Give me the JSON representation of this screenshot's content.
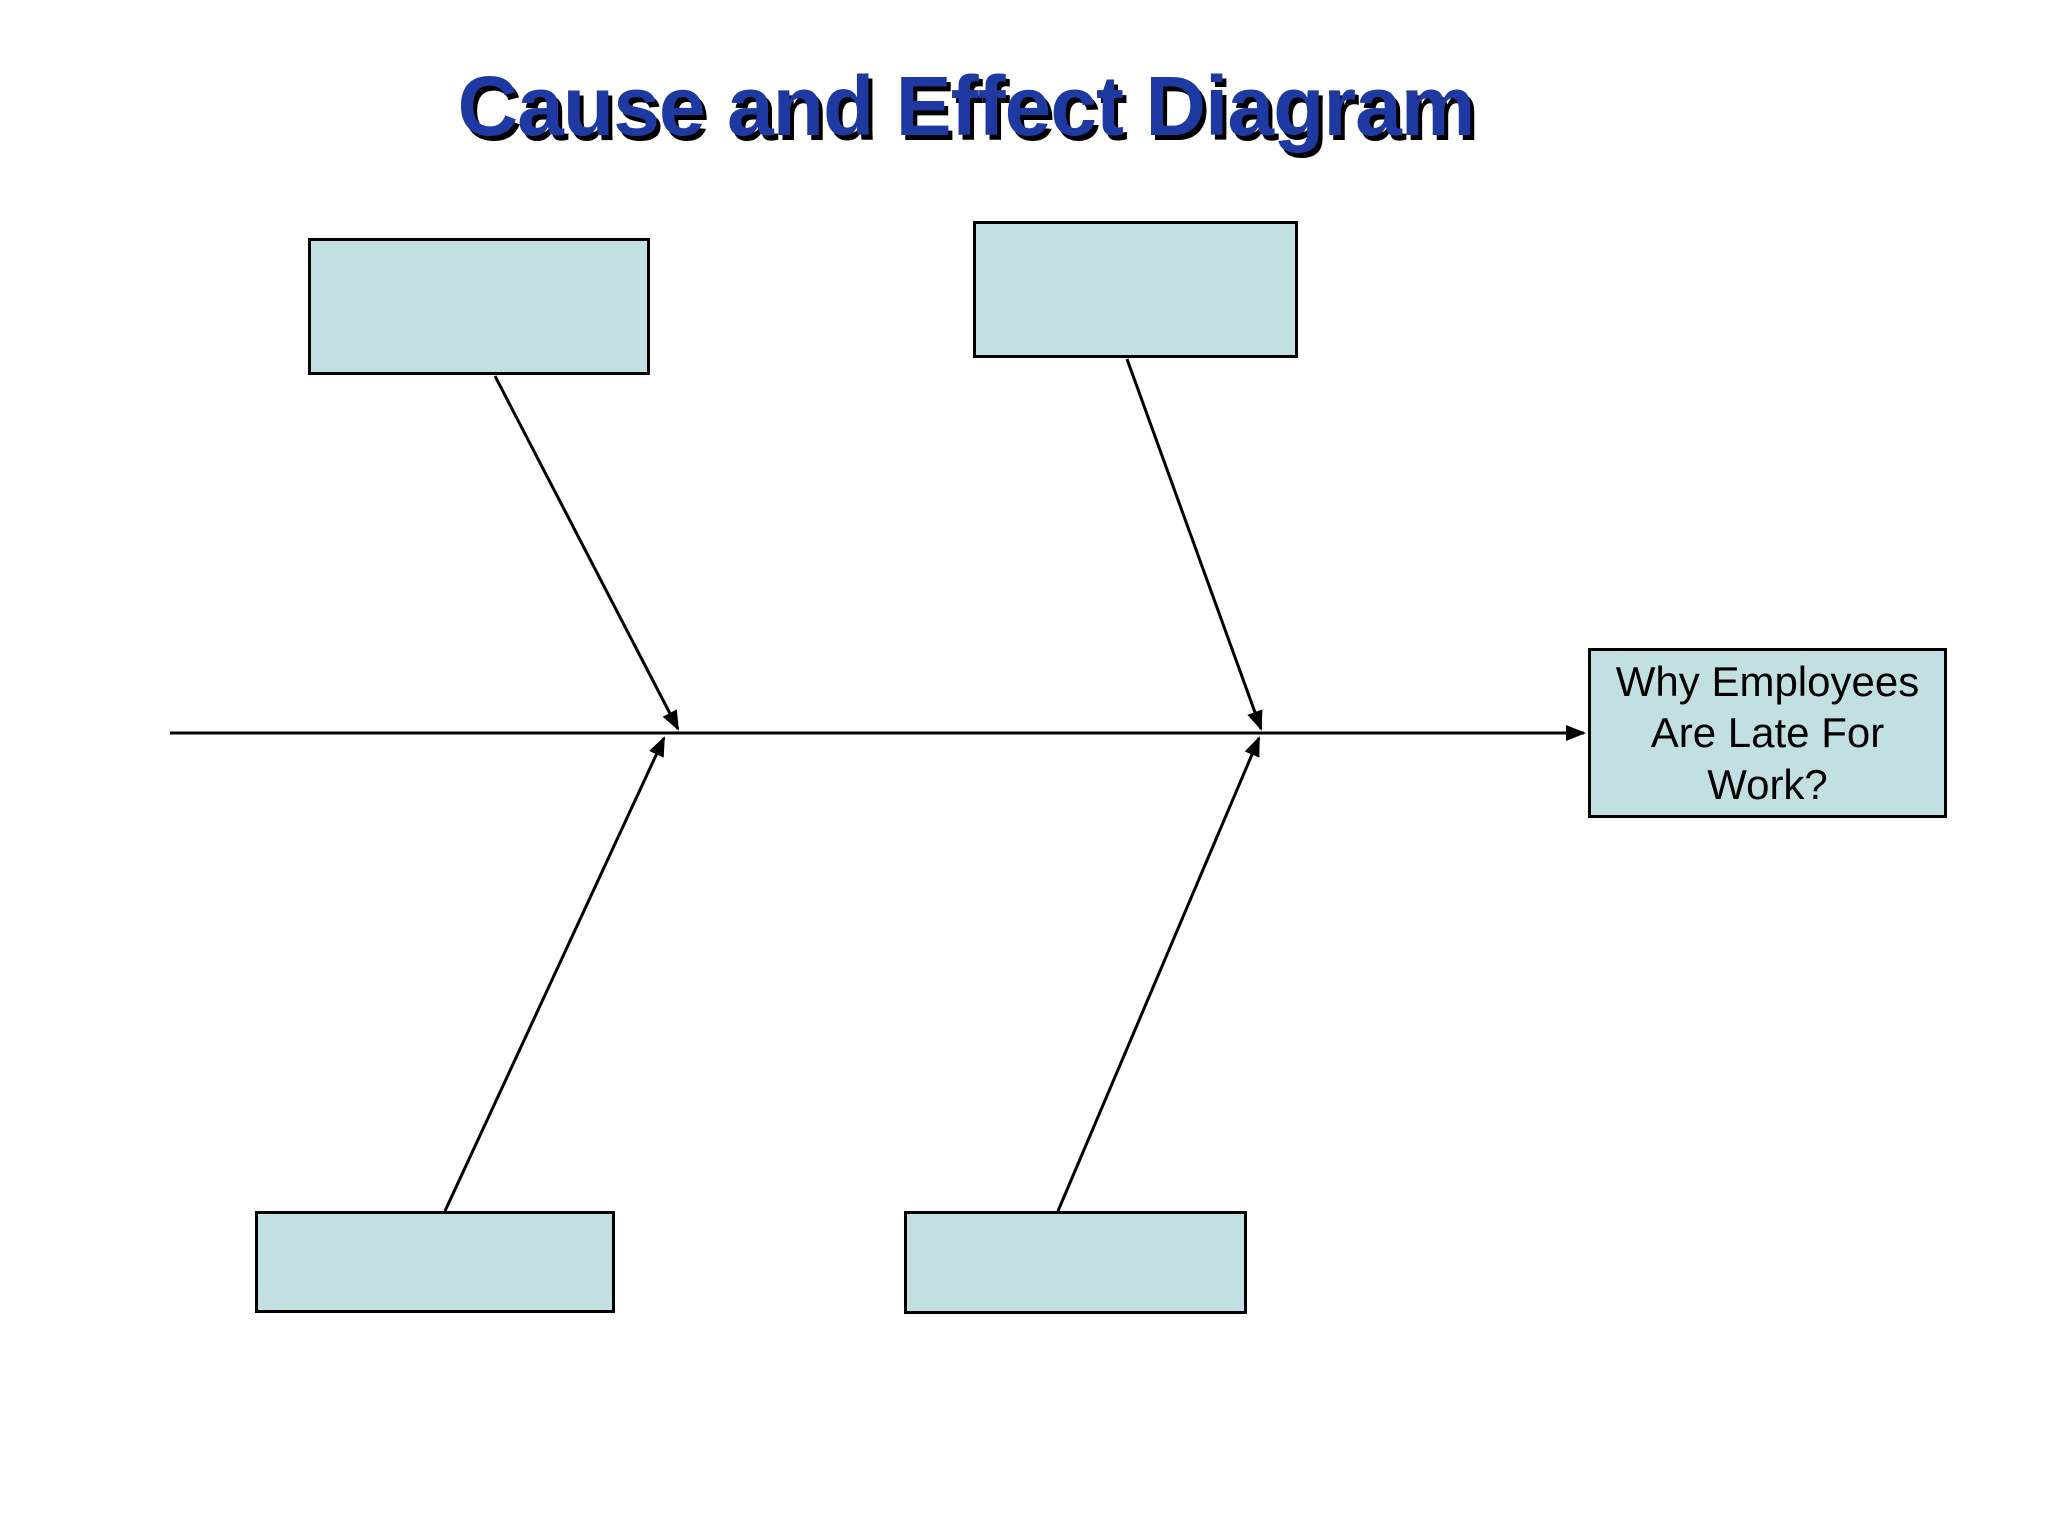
{
  "slide": {
    "title": "Cause and Effect Diagram"
  },
  "diagram": {
    "type": "fishbone-cause-effect",
    "effect_box": {
      "label": "Why Employees Are Late For Work?"
    },
    "cause_boxes": [
      {
        "position": "top-left",
        "label": ""
      },
      {
        "position": "top-right",
        "label": ""
      },
      {
        "position": "bottom-left",
        "label": ""
      },
      {
        "position": "bottom-right",
        "label": ""
      }
    ],
    "colors": {
      "background": "#ffffff",
      "box_fill": "#c2e0e2",
      "box_border": "#000000",
      "line_color": "#000000",
      "title_color": "#1e3aa2",
      "title_shadow": "#000000"
    }
  }
}
